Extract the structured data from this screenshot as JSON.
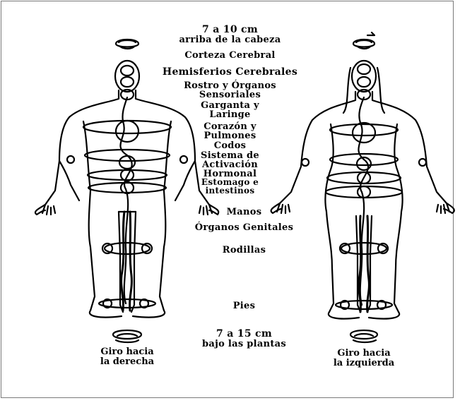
{
  "labels": {
    "above_head": "7 a 10 cm",
    "above_head_2": "arriba de la cabeza",
    "cortex": "Corteza Cerebral",
    "hemispheres": "Hemisferios Cerebrales",
    "face": "Rostro y Órganos",
    "face_2": "Sensoriales",
    "throat": "Garganta y",
    "throat_2": "Laringe",
    "heart": "Corazón y",
    "heart_2": "Pulmones",
    "elbows": "Codos",
    "activation": "Sistema de",
    "activation_2": "Activación",
    "hormonal": "Hormonal",
    "stomach": "Estomago e",
    "stomach_2": "intestinos",
    "hands": "Manos",
    "genitals": "Órganos Genitales",
    "knees": "Rodillas",
    "feet": "Pies",
    "below_feet": "7 a 15 cm",
    "below_feet_2": "bajo las plantas"
  },
  "captions": {
    "left": "Giro hacia",
    "left_2": "la derecha",
    "right": "Giro hacia",
    "right_2": "la izquierda"
  }
}
